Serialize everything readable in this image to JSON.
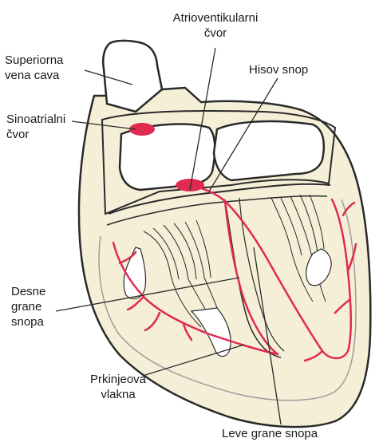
{
  "labels": {
    "superior_vena_cava": "Superiorna\nvena cava",
    "av_node": "Atrioventikularni\nčvor",
    "his_bundle": "Hisov snop",
    "sa_node": "Sinoatrialni\nčvor",
    "right_bundle_branch": "Desne\ngrane\nsnopa",
    "purkinje_fibers": "Prkinjeova\nvlakna",
    "left_bundle_branch": "Leve grane snopa"
  },
  "colors": {
    "conduction": "#e02a4f",
    "heart_fill": "#f5efd8",
    "outline": "#2a2a2a",
    "valve_fill": "#ffffff"
  }
}
